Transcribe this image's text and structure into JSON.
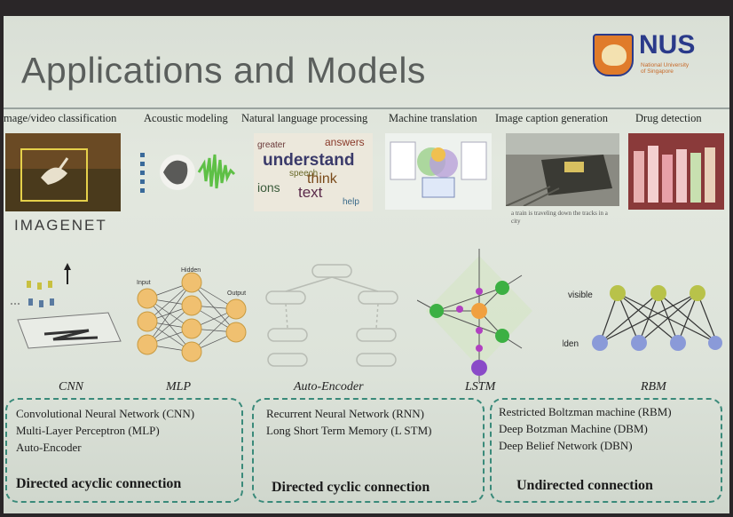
{
  "slide": {
    "title": "Applications and Models",
    "logo": {
      "name": "NUS",
      "subtitle_line1": "National University",
      "subtitle_line2": "of Singapore"
    }
  },
  "applications": [
    {
      "label": "mage/video classification"
    },
    {
      "label": "Acoustic modeling"
    },
    {
      "label": "Natural language processing"
    },
    {
      "label": "Machine translation"
    },
    {
      "label": "Image caption generation"
    },
    {
      "label": "Drug detection"
    }
  ],
  "imagenet_logo": "IMAGENET",
  "caption_example": "a train is traveling down the tracks in a city",
  "nlp_words": [
    "answers",
    "understand",
    "think",
    "text",
    "speech",
    "ions",
    "greater",
    "help"
  ],
  "models": [
    {
      "label": "CNN"
    },
    {
      "label": "MLP",
      "layer_labels": [
        "Input",
        "Hidden",
        "Output"
      ]
    },
    {
      "label": "Auto-Encoder"
    },
    {
      "label": "LSTM"
    },
    {
      "label": "RBM",
      "layer_labels": [
        "visible",
        "hidden"
      ]
    }
  ],
  "groups": [
    {
      "items": [
        "Convolutional Neural Network (CNN)",
        "Multi-Layer Perceptron (MLP)",
        "Auto-Encoder"
      ],
      "heading": "Directed acyclic connection"
    },
    {
      "items": [
        "Recurrent Neural Network (RNN)",
        "Long Short Term Memory (L STM)"
      ],
      "heading": "Directed cyclic connection"
    },
    {
      "items": [
        "Restricted Boltzman machine (RBM)",
        "Deep Botzman Machine (DBM)",
        "Deep Belief Network (DBN)"
      ],
      "heading": "Undirected connection"
    }
  ],
  "colors": {
    "box_border": "#3a8a7a",
    "node_orange": "#f0c070",
    "lstm_green": "#3cb043",
    "rbm_top": "#b8c24a",
    "rbm_bottom": "#8a9ad8"
  }
}
